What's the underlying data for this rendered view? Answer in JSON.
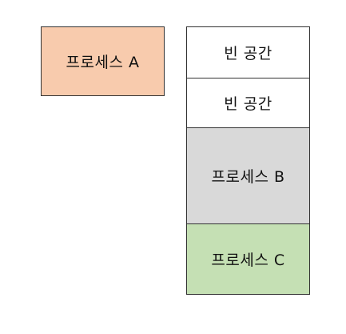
{
  "outside_process": {
    "label": "프로세스 A",
    "color": "#f8cbad"
  },
  "memory": {
    "slots": [
      {
        "label": "빈 공간",
        "color": "#ffffff"
      },
      {
        "label": "빈 공간",
        "color": "#ffffff"
      },
      {
        "label": "프로세스 B",
        "color": "#d9d9d9"
      },
      {
        "label": "프로세스 C",
        "color": "#c5e0b4"
      }
    ]
  }
}
